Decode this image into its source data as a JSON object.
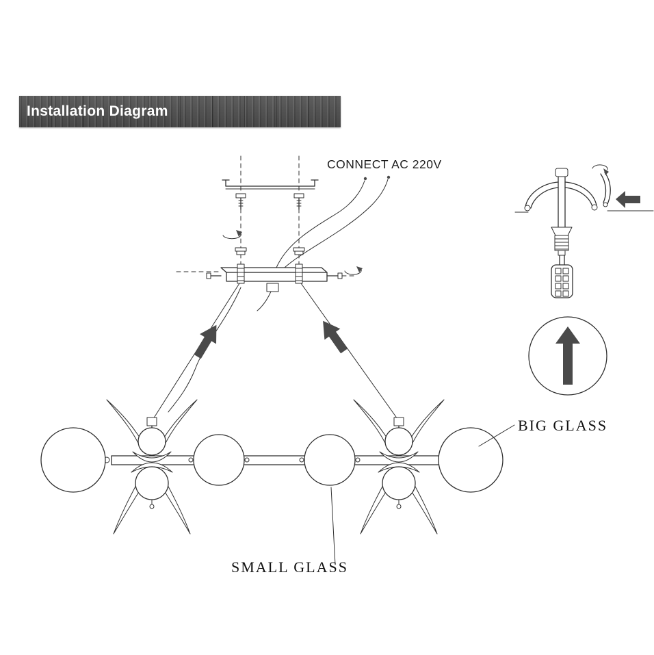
{
  "banner": {
    "title": "Installation Diagram"
  },
  "annotations": {
    "connect": "CONNECT AC 220V",
    "big_glass": "BIG GLASS",
    "small_glass": "SMALL GLASS"
  },
  "colors": {
    "banner_bg": "#4a4a4a",
    "banner_text": "#ffffff",
    "line": "#2f2f2f",
    "arrow_fill": "#4a4a4a",
    "background": "#ffffff"
  }
}
